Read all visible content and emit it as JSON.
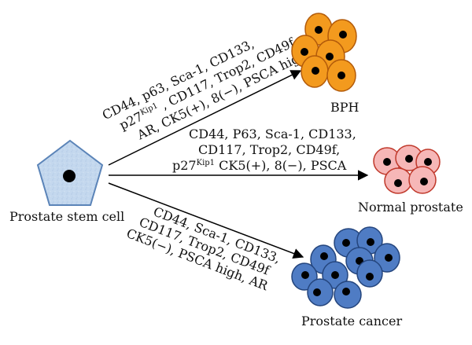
{
  "source": {
    "label": "Prostate stem cell",
    "fill_color": "#bdd3ea",
    "border_color": "#5b84b8",
    "nucleus_color": "#000000"
  },
  "targets": {
    "bph": {
      "label": "BPH",
      "cell_fill": "#f39a1e",
      "cell_border": "#b35b0a",
      "nucleus_color": "#000000"
    },
    "normal": {
      "label": "Normal prostate",
      "cell_fill": "#f6b7b7",
      "cell_border": "#c0392b",
      "nucleus_color": "#000000"
    },
    "cancer": {
      "label": "Prostate cancer",
      "cell_fill": "#4f7cc4",
      "cell_border": "#24457d",
      "nucleus_color": "#000000"
    }
  },
  "markers": {
    "bph": {
      "line1": "CD44, p63, Sca-1, CD133,",
      "line2_pre": "p27",
      "line2_sup": "Kip1",
      "line2_post": " , CD117, Trop2, CD49f,",
      "line3": "AR, CK5(+), 8(−), PSCA high"
    },
    "normal": {
      "line1": "CD44, P63, Sca-1, CD133,",
      "line2": "CD117, Trop2, CD49f,",
      "line3_pre": "p27",
      "line3_sup": "Kip1",
      "line3_post": " CK5(+), 8(−), PSCA"
    },
    "cancer": {
      "line1": "CD44, Sca-1, CD133,",
      "line2": "CD117, Trop2, CD49f",
      "line3": "CK5(−), PSCA high, AR"
    }
  },
  "arrow_color": "#000000"
}
